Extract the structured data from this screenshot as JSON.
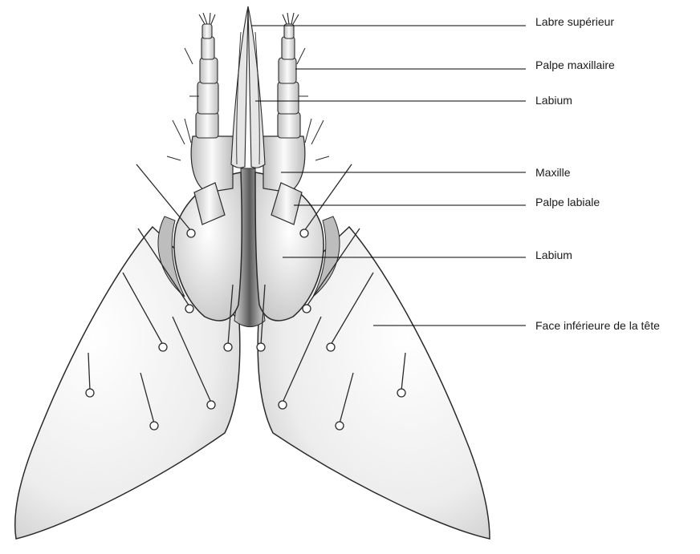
{
  "labels": {
    "labre_superieur": "Labre supérieur",
    "palpe_maxillaire": "Palpe maxillaire",
    "labium_top": "Labium",
    "maxille": "Maxille",
    "palpe_labiale": "Palpe labiale",
    "labium_mid": "Labium",
    "face_inferieure": "Face inférieure de la tête"
  },
  "colors": {
    "outline": "#2a2a2a",
    "fill_light": "#f4f4f4",
    "fill_shade": "#c9c9c9",
    "leader": "#000000"
  }
}
